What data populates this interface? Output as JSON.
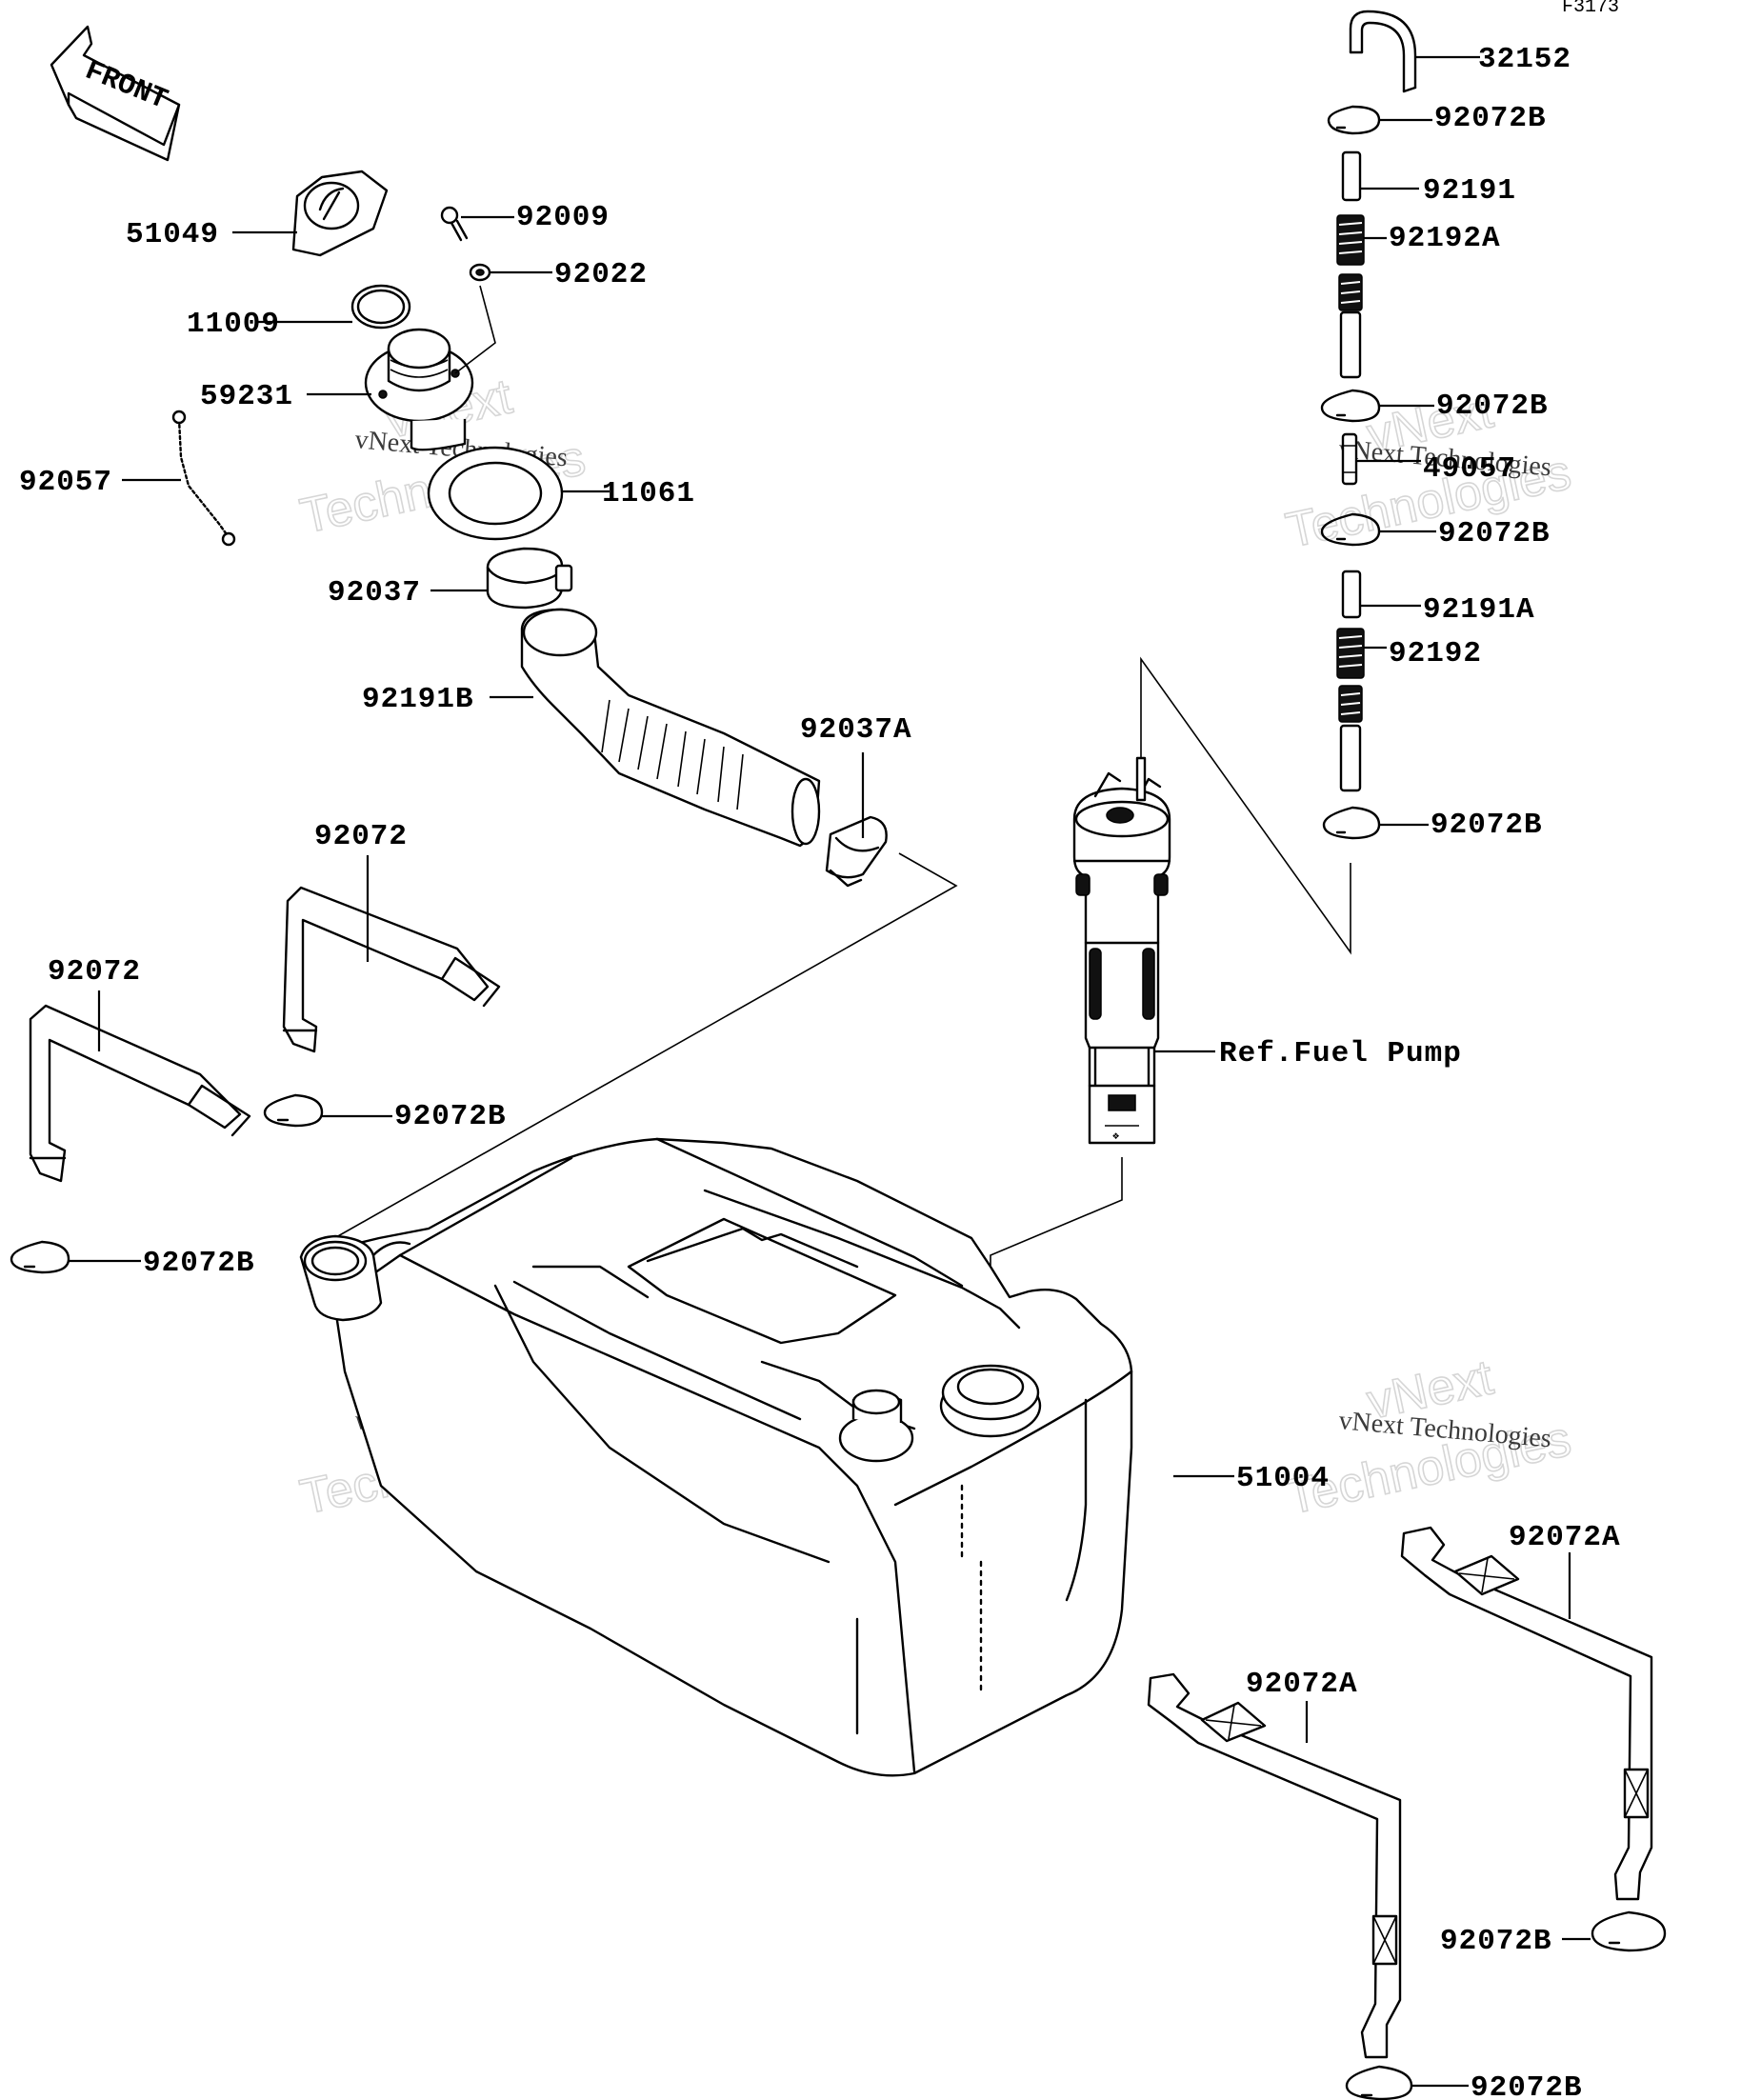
{
  "diagram_code": "F3173",
  "front_label": "FRONT",
  "callouts": [
    {
      "key": "c32152",
      "text": "32152"
    },
    {
      "key": "c92072B_1",
      "text": "92072B"
    },
    {
      "key": "c92191",
      "text": "92191"
    },
    {
      "key": "c92192A",
      "text": "92192A"
    },
    {
      "key": "c92072B_2",
      "text": "92072B"
    },
    {
      "key": "c49057",
      "text": "49057"
    },
    {
      "key": "c92072B_3",
      "text": "92072B"
    },
    {
      "key": "c92191A",
      "text": "92191A"
    },
    {
      "key": "c92192",
      "text": "92192"
    },
    {
      "key": "c92072B_4",
      "text": "92072B"
    },
    {
      "key": "c51049",
      "text": "51049"
    },
    {
      "key": "c92009",
      "text": "92009"
    },
    {
      "key": "c92022",
      "text": "92022"
    },
    {
      "key": "c11009",
      "text": "11009"
    },
    {
      "key": "c59231",
      "text": "59231"
    },
    {
      "key": "c92057",
      "text": "92057"
    },
    {
      "key": "c11061",
      "text": "11061"
    },
    {
      "key": "c92037",
      "text": "92037"
    },
    {
      "key": "c92191B",
      "text": "92191B"
    },
    {
      "key": "c92037A",
      "text": "92037A"
    },
    {
      "key": "c92072_1",
      "text": "92072"
    },
    {
      "key": "c92072_2",
      "text": "92072"
    },
    {
      "key": "c92072B_5",
      "text": "92072B"
    },
    {
      "key": "c92072B_6",
      "text": "92072B"
    },
    {
      "key": "cRefFuelPump",
      "text": "Ref.Fuel Pump"
    },
    {
      "key": "c51004",
      "text": "51004"
    },
    {
      "key": "c92072A_1",
      "text": "92072A"
    },
    {
      "key": "c92072A_2",
      "text": "92072A"
    },
    {
      "key": "c92072B_7",
      "text": "92072B"
    },
    {
      "key": "c92072B_8",
      "text": "92072B"
    }
  ],
  "watermark": {
    "line1": "vNext Technologies",
    "line2": "vNext",
    "line3": "Technologies"
  }
}
